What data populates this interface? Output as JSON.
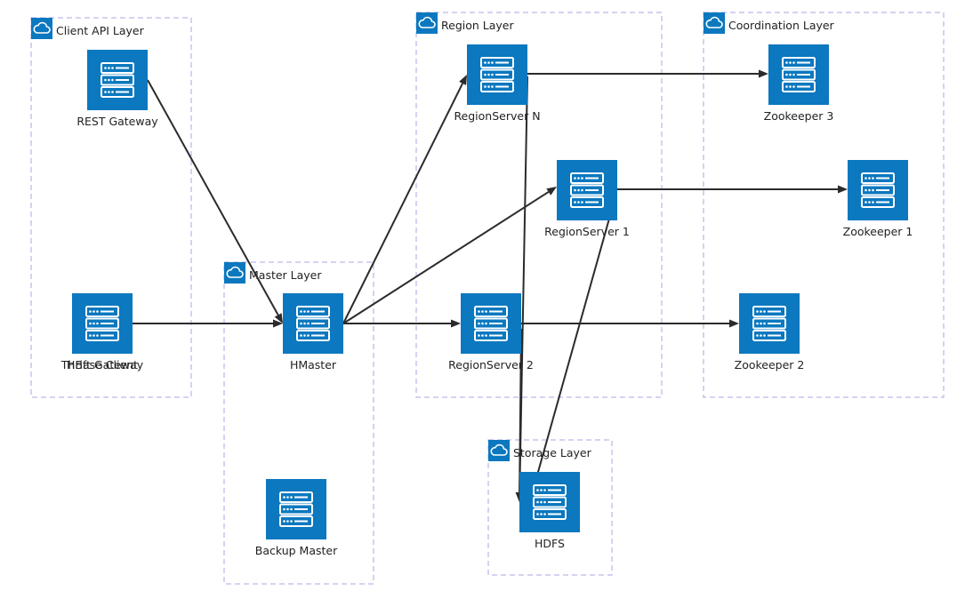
{
  "diagram": {
    "groups": [
      {
        "id": "client",
        "label": "Client API Layer",
        "icon": "cloud-icon"
      },
      {
        "id": "master",
        "label": "Master Layer",
        "icon": "cloud-icon"
      },
      {
        "id": "region",
        "label": "Region Layer",
        "icon": "cloud-icon"
      },
      {
        "id": "coordination",
        "label": "Coordination Layer",
        "icon": "cloud-icon"
      },
      {
        "id": "storage",
        "label": "Storage Layer",
        "icon": "cloud-icon"
      }
    ],
    "nodes": [
      {
        "id": "rest",
        "label": "REST Gateway",
        "icon": "server-icon"
      },
      {
        "id": "thrift",
        "label": "Thrift Gateway",
        "icon": "server-icon"
      },
      {
        "id": "hbase_client",
        "label": "HBase Client",
        "icon": "server-icon"
      },
      {
        "id": "hmaster",
        "label": "HMaster",
        "icon": "server-icon"
      },
      {
        "id": "backup",
        "label": "Backup Master",
        "icon": "server-icon"
      },
      {
        "id": "rsn",
        "label": "RegionServer N",
        "icon": "server-icon"
      },
      {
        "id": "rs1",
        "label": "RegionServer 1",
        "icon": "server-icon"
      },
      {
        "id": "rs2",
        "label": "RegionServer 2",
        "icon": "server-icon"
      },
      {
        "id": "zk3",
        "label": "Zookeeper 3",
        "icon": "server-icon"
      },
      {
        "id": "zk1",
        "label": "Zookeeper 1",
        "icon": "server-icon"
      },
      {
        "id": "zk2",
        "label": "Zookeeper 2",
        "icon": "server-icon"
      },
      {
        "id": "hdfs",
        "label": "HDFS",
        "icon": "server-icon"
      }
    ],
    "edges": [
      {
        "from": "rest",
        "to": "hmaster"
      },
      {
        "from": "thrift",
        "to": "hmaster"
      },
      {
        "from": "hmaster",
        "to": "rsn"
      },
      {
        "from": "hmaster",
        "to": "rs1"
      },
      {
        "from": "hmaster",
        "to": "rs2"
      },
      {
        "from": "rsn",
        "to": "zk3"
      },
      {
        "from": "rs1",
        "to": "zk1"
      },
      {
        "from": "rs2",
        "to": "zk2"
      },
      {
        "from": "rsn",
        "to": "hdfs"
      },
      {
        "from": "rs1",
        "to": "hdfs"
      },
      {
        "from": "rs2",
        "to": "hdfs"
      }
    ],
    "colors": {
      "node": "#0b78bf",
      "group_border": "#c7c3ee",
      "edge": "#2b2b2b"
    }
  }
}
